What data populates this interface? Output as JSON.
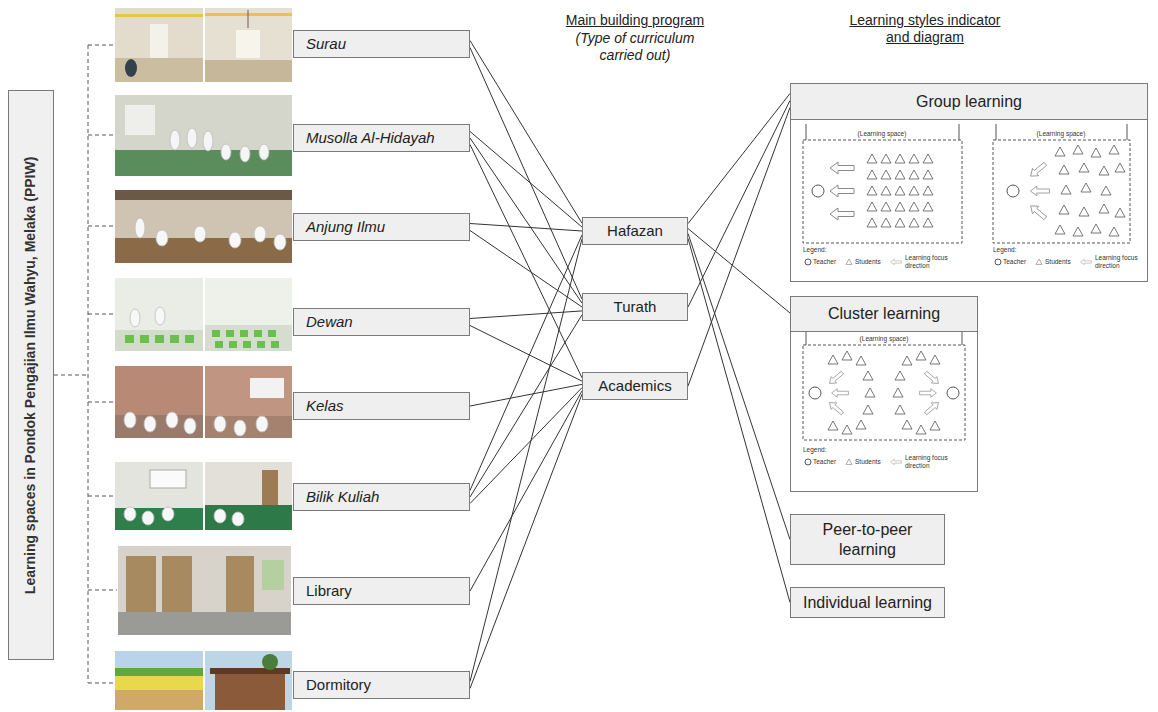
{
  "diagram": {
    "nodes": [
      {
        "text": [
          "Learning spaces in Pondok Pengajian Ilmu Wahyu, Melaka (PPIW)"
        ]
      },
      {
        "text": [
          "Surau"
        ]
      },
      {
        "text": [
          "Musolla Al-Hidayah"
        ]
      },
      {
        "text": [
          "Anjung Ilmu"
        ]
      },
      {
        "text": [
          "Dewan"
        ]
      },
      {
        "text": [
          "Kelas"
        ]
      },
      {
        "text": [
          "Bilik Kuliah"
        ]
      },
      {
        "text": [
          "Library"
        ]
      },
      {
        "text": [
          "Dormitory"
        ]
      },
      {
        "text": [
          "Hafazan"
        ]
      },
      {
        "text": [
          "Turath"
        ]
      },
      {
        "text": [
          "Academics"
        ]
      },
      {
        "text": [
          "Group learning"
        ]
      },
      {
        "text": [
          "Cluster learning"
        ]
      },
      {
        "text": [
          "Peer-to-peer learning"
        ]
      },
      {
        "text": [
          "Individual learning"
        ]
      }
    ],
    "edges": [
      {
        "from": 1,
        "to": 9,
        "arrow": "none"
      },
      {
        "from": 1,
        "to": 10,
        "arrow": "none"
      },
      {
        "from": 2,
        "to": 9,
        "arrow": "none"
      },
      {
        "from": 2,
        "to": 10,
        "arrow": "none"
      },
      {
        "from": 2,
        "to": 11,
        "arrow": "none"
      },
      {
        "from": 3,
        "to": 9,
        "arrow": "none"
      },
      {
        "from": 3,
        "to": 10,
        "arrow": "none"
      },
      {
        "from": 4,
        "to": 10,
        "arrow": "none"
      },
      {
        "from": 4,
        "to": 11,
        "arrow": "none"
      },
      {
        "from": 5,
        "to": 11,
        "arrow": "none"
      },
      {
        "from": 6,
        "to": 9,
        "arrow": "none"
      },
      {
        "from": 6,
        "to": 10,
        "arrow": "none"
      },
      {
        "from": 6,
        "to": 11,
        "arrow": "none"
      },
      {
        "from": 7,
        "to": 11,
        "arrow": "none"
      },
      {
        "from": 8,
        "to": 9,
        "arrow": "none"
      },
      {
        "from": 8,
        "to": 11,
        "arrow": "none"
      },
      {
        "from": 9,
        "to": 12,
        "arrow": "none"
      },
      {
        "from": 10,
        "to": 12,
        "arrow": "none"
      },
      {
        "from": 11,
        "to": 12,
        "arrow": "none"
      },
      {
        "from": 9,
        "to": 13,
        "arrow": "none"
      },
      {
        "from": 9,
        "to": 14,
        "arrow": "none"
      },
      {
        "from": 9,
        "to": 15,
        "arrow": "none"
      }
    ],
    "labels": [
      "Main building program",
      "(Type of curriculum carried out)",
      "Learning styles indicator and diagram",
      "(Learning space)",
      "Legend:",
      "Teacher",
      "Students",
      "Learning focus direction",
      "(Learning space)",
      "Legend:",
      "Teacher",
      "Students",
      "Learning focus direction",
      "(Learning space)",
      "Legend:",
      "Teacher",
      "Students",
      "Learning focus direction"
    ]
  }
}
